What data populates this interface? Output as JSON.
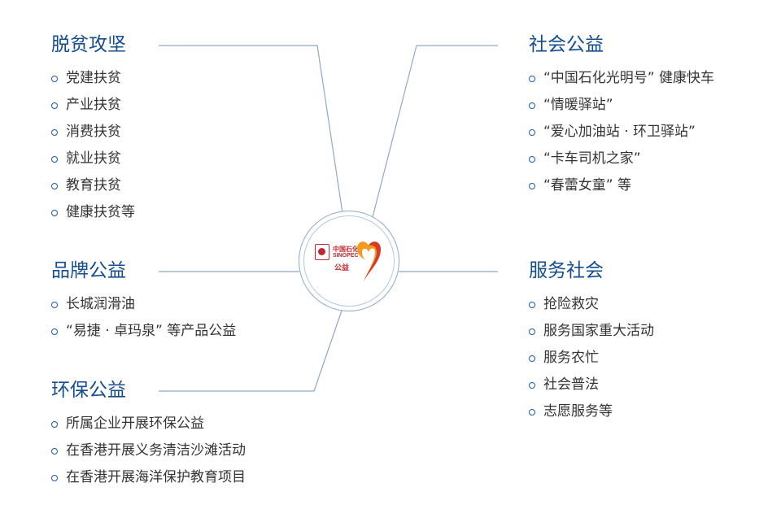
{
  "center": {
    "logo_cn": "中国石化",
    "logo_en": "SINOPEC",
    "logo_sub": "公益",
    "logo_icon": "sinopec-emblem-icon",
    "heart_icon": "heart-ribbon-icon",
    "colors": {
      "brand_red": "#c1272d",
      "heart_orange": "#f29b1d",
      "heart_red": "#d3282c"
    }
  },
  "colors": {
    "heading": "#134d90",
    "bullet": "#1b5ca8",
    "text": "#333333",
    "line": "#8ea9c8"
  },
  "groups": {
    "poverty": {
      "title": "脱贫攻坚",
      "items": [
        "党建扶贫",
        "产业扶贫",
        "消费扶贫",
        "就业扶贫",
        "教育扶贫",
        "健康扶贫等"
      ]
    },
    "social": {
      "title": "社会公益",
      "items": [
        "“中国石化光明号” 健康快车",
        "“情暖驿站”",
        "“爱心加油站 · 环卫驿站”",
        "“卡车司机之家”",
        "“春蕾女童” 等"
      ]
    },
    "brand": {
      "title": "品牌公益",
      "items": [
        "长城润滑油",
        "“易捷 · 卓玛泉” 等产品公益"
      ]
    },
    "service": {
      "title": "服务社会",
      "items": [
        "抢险救灾",
        "服务国家重大活动",
        "服务农忙",
        "社会普法",
        "志愿服务等"
      ]
    },
    "env": {
      "title": "环保公益",
      "items": [
        "所属企业开展环保公益",
        "在香港开展义务清洁沙滩活动",
        "在香港开展海洋保护教育项目"
      ]
    }
  }
}
